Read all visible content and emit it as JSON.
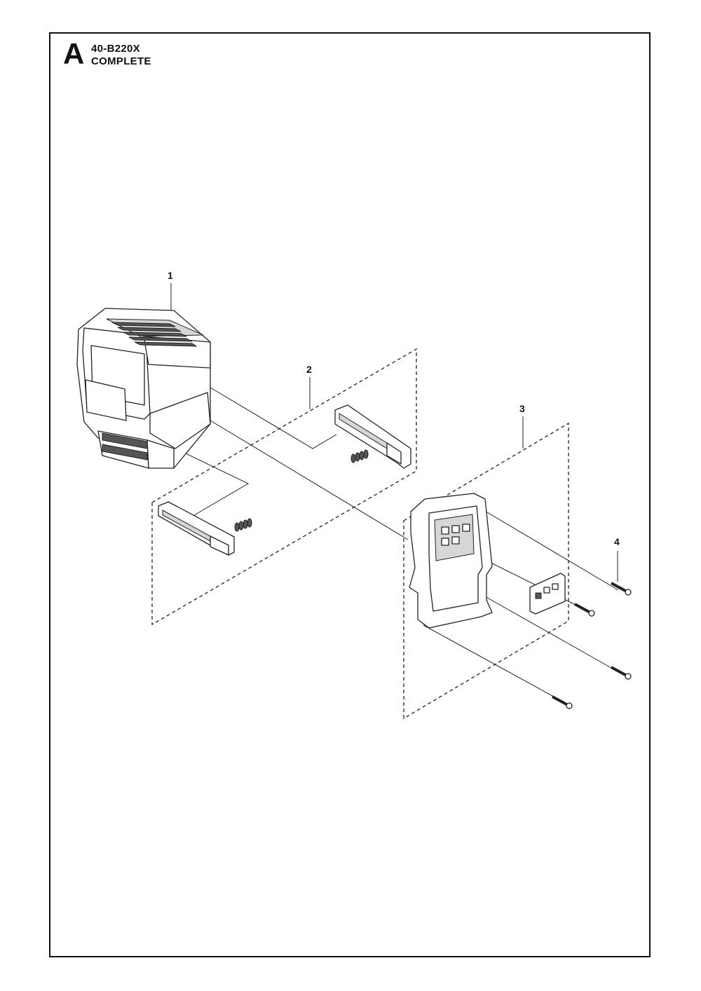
{
  "header": {
    "section_letter": "A",
    "model_code": "40-B220X",
    "description": "COMPLETE"
  },
  "callouts": [
    {
      "id": "1",
      "label": "1"
    },
    {
      "id": "2",
      "label": "2"
    },
    {
      "id": "3",
      "label": "3"
    },
    {
      "id": "4",
      "label": "4"
    }
  ],
  "colors": {
    "ink": "#111111",
    "shading": "#d6d6d6",
    "background": "#ffffff"
  }
}
